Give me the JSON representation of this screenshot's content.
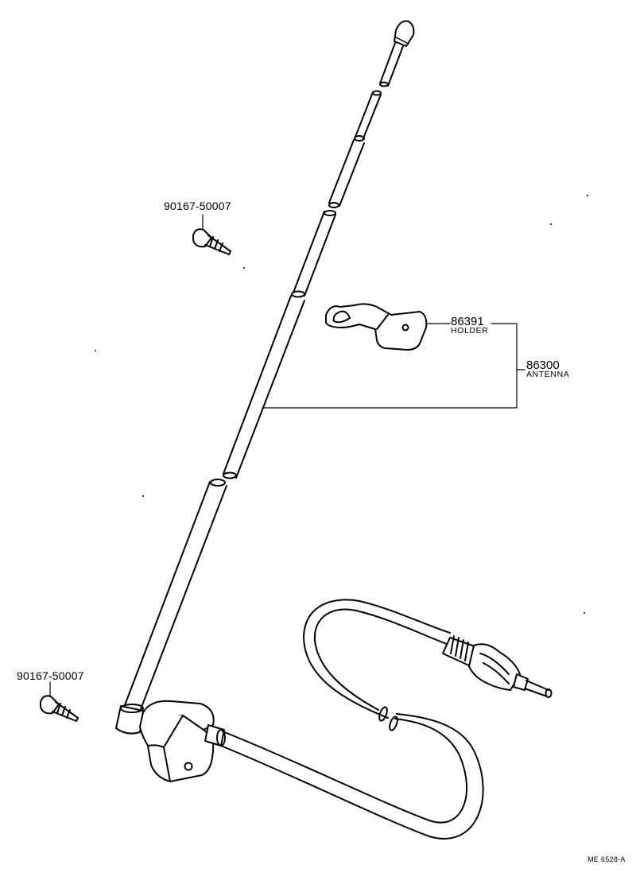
{
  "labels": {
    "screw_top_part_no": "90167-50007",
    "screw_bottom_part_no": "90167-50007",
    "holder_part_no": "86391",
    "holder_name": "HOLDER",
    "antenna_part_no": "86300",
    "antenna_name": "ANTENNA",
    "drawing_code": "ME 6528-A"
  },
  "parts": [
    {
      "part_no": "90167-50007",
      "icon": "screw-icon"
    },
    {
      "part_no": "86391",
      "name": "HOLDER",
      "icon": "holder-bracket-icon"
    },
    {
      "part_no": "86300",
      "name": "ANTENNA",
      "icon": "telescopic-antenna-icon"
    }
  ]
}
